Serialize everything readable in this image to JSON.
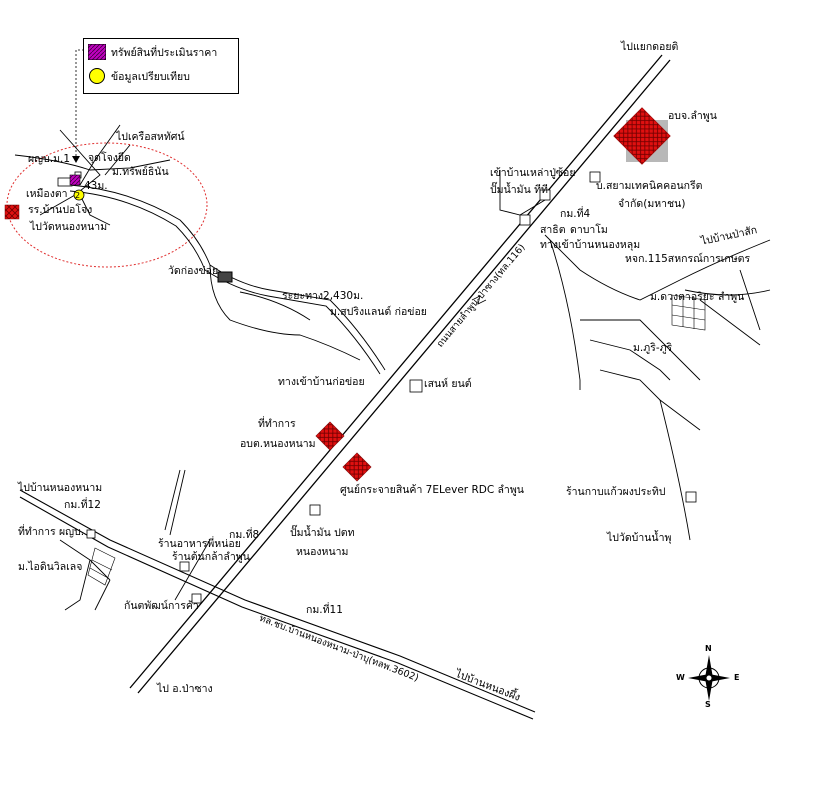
{
  "legend": {
    "items": [
      {
        "label": "ทรัพย์สินที่ประเมินราคา",
        "symbol": "hatched-square-icon",
        "color": "#b000b0"
      },
      {
        "label": "ข้อมูลเปรียบเทียบ",
        "symbol": "yellow-circle-icon",
        "color": "#ffff00"
      }
    ]
  },
  "compass": {
    "n": "N",
    "s": "S",
    "e": "E",
    "w": "W"
  },
  "marker_number": "2",
  "labels": {
    "to_khoi_kaen": "ไปแยกดอยติ",
    "obj_lamphun": "อบจ.ลำพูน",
    "entrance_laopu": "เข้าบ้านเหล่าปู่ซ้อย",
    "gas_station_1": "ปั๊มน้ำมัน ทีที",
    "siam_tech": "บ.สยามเทคนิคคอนกรีต",
    "siam_tech_2": "จำกัด(มหาชน)",
    "km4": "กม.ที่4",
    "marked_text": "สาธิต",
    "wat_na_mo": "ดาบาโม",
    "entrance_nong_hom": "ทางเข้าบ้านหนองหลุม",
    "to_ban_pa_sak": "ไปบ้านป่าสัก",
    "kaset_coop": "หจก.115สหกรณ์การเกษตร",
    "village_lamphun": "ม.ดวงตาอริยะ ลำพูน",
    "village_kri": "ม.ภูริ-ภูริ",
    "to_khrue": "ไปเครือสหทัศน์",
    "phuyai": "ผญบ.ม.1",
    "jud_jong": "จุดโจงยีด",
    "village_sap": "ม.ทรัพย์ธินัน",
    "nua_muang": "เหมืองตา",
    "dist_43": "43ม.",
    "school": "รร.บ้านปอโจง",
    "to_wat_nong_nam": "ไปวัดหนองหนาม",
    "wat_kong_khoi": "วัดก่องข่อย",
    "distance": "ระยะทาง2,430ม.",
    "village_spring": "ม.สปริงแลนด์ ก่อข่อย",
    "highway": "ถนนสายลำพูน-ป่าซาง(ทล.116)",
    "entrance_kong_khoi": "ทางเข้าบ้านก่อข่อย",
    "sen_yon": "เสนห์ ยนต์",
    "office_1": "ที่ทำการ",
    "office_2": "อบต.หนองหนาม",
    "dist_center": "ศูนย์กระจายสินค้า 7ELever RDC ลำพูน",
    "to_ban_nong_nam": "ไปบ้านหนองหนาม",
    "km12": "กม.ที่12",
    "phuyai_office": "ที่ทำการ ผญบ.",
    "village_idin": "ม.ไอดินวิลเลจ",
    "restaurant": "ร้านอาหารพี่หน่อย",
    "shop_tonklao": "ร้านต้นกล้าลำพูน",
    "km8": "กม.ที่8",
    "gas_station_2": "ปั๊มน้ำมัน ปตท",
    "gas_station_2b": "หนองหนาม",
    "rental_shop": "ร้านกาบแก้วผงประทิป",
    "to_wat_ban_nam_phu": "ไปวัดบ้านน้ำพุ",
    "kanpat": "กันตพัฒน์การค้า",
    "km11": "กม.ที่11",
    "road_3602": "ทล.ชบ.บ้านหนองหนาม-ป่าบุ(ทลพ.3602)",
    "to_ban_nong_phung": "ไปบ้านหนองผึ้ง",
    "to_pa_sang": "ไป อ.ป่าซาง"
  }
}
